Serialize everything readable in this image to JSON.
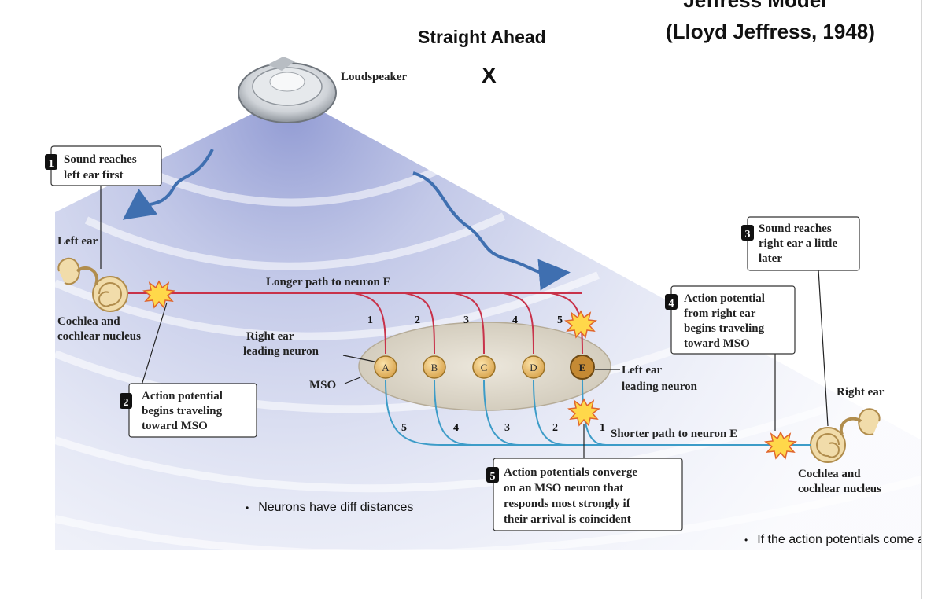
{
  "header": {
    "title_line1": "\"Jeffress Model\"",
    "title_line2": "(Lloyd Jeffress, 1948)",
    "subtitle": "Straight Ahead",
    "marker": "X"
  },
  "labels": {
    "loudspeaker": "Loudspeaker",
    "left_ear": "Left ear",
    "right_ear": "Right ear",
    "cochlea_left_1": "Cochlea and",
    "cochlea_left_2": "cochlear nucleus",
    "cochlea_right_1": "Cochlea and",
    "cochlea_right_2": "cochlear nucleus",
    "longer_path": "Longer path to neuron E",
    "shorter_path": "Shorter path to neuron E",
    "right_leading_1": "Right ear",
    "right_leading_2": "leading neuron",
    "left_leading_1": "Left ear",
    "left_leading_2": "leading neuron",
    "mso": "MSO"
  },
  "neurons": [
    "A",
    "B",
    "C",
    "D",
    "E"
  ],
  "top_path_numbers": [
    "1",
    "2",
    "3",
    "4",
    "5"
  ],
  "bottom_path_numbers": [
    "5",
    "4",
    "3",
    "2",
    "1"
  ],
  "callouts": {
    "c1": {
      "num": "1",
      "lines": [
        "Sound reaches",
        "left ear first"
      ]
    },
    "c2": {
      "num": "2",
      "lines": [
        "Action potential",
        "begins traveling",
        "toward MSO"
      ]
    },
    "c3": {
      "num": "3",
      "lines": [
        "Sound reaches",
        "right ear a little",
        "later"
      ]
    },
    "c4": {
      "num": "4",
      "lines": [
        "Action potential",
        "from right ear",
        "begins traveling",
        "toward MSO"
      ]
    },
    "c5": {
      "num": "5",
      "lines": [
        "Action potentials converge",
        "on an MSO neuron that",
        "responds most strongly if",
        "their arrival is coincident"
      ]
    }
  },
  "bullets": {
    "b1": "Neurons have diff distances",
    "b2": "If the action potentials come a"
  },
  "colors": {
    "left_path": "#c8324a",
    "right_path": "#3d9cc8",
    "mso_fill": "#ddd6c8",
    "neuron_fill": "#e8b85a",
    "wave": "#9aa6d8",
    "arrow": "#3f6fb0"
  }
}
